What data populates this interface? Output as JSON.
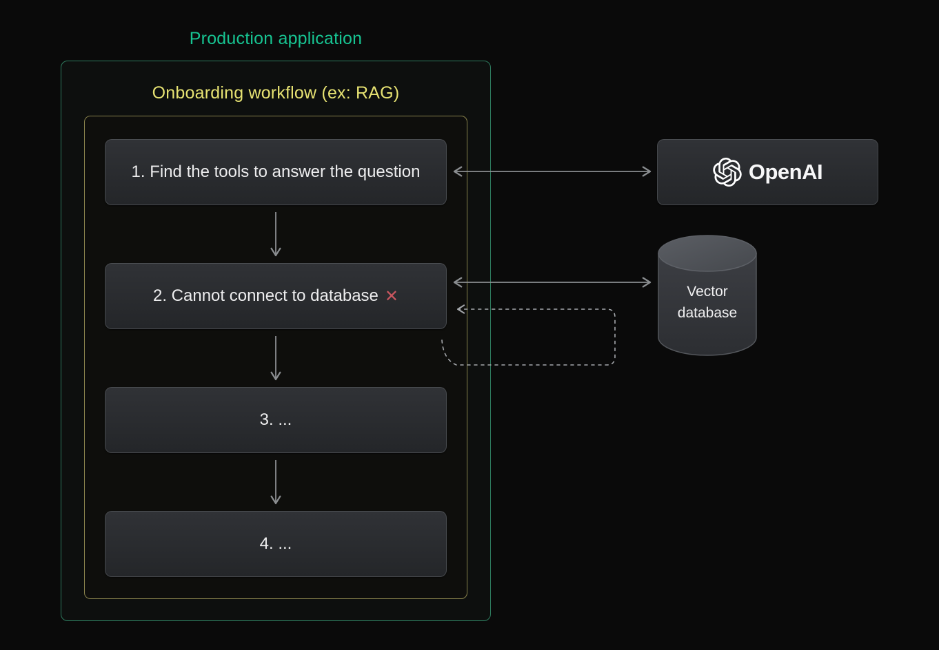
{
  "labels": {
    "production_application": "Production application",
    "onboarding_workflow": "Onboarding workflow (ex: RAG)"
  },
  "steps": [
    {
      "label": "1. Find the tools to answer the question"
    },
    {
      "label": "2. Cannot connect to database",
      "status_icon": "✕",
      "status": "error"
    },
    {
      "label": "3. ..."
    },
    {
      "label": "4. ..."
    }
  ],
  "services": {
    "openai": {
      "label": "OpenAI",
      "icon": "openai-logo-icon"
    },
    "vector_database": {
      "label": "Vector database",
      "icon": "database-cylinder-icon"
    }
  },
  "connections": [
    {
      "from": "step-1",
      "to": "step-2",
      "style": "solid-arrow-down"
    },
    {
      "from": "step-2",
      "to": "step-3",
      "style": "solid-arrow-down"
    },
    {
      "from": "step-3",
      "to": "step-4",
      "style": "solid-arrow-down"
    },
    {
      "from": "step-1",
      "to": "openai",
      "style": "solid-double-headed-arrow"
    },
    {
      "from": "step-2",
      "to": "vector-database",
      "style": "solid-double-headed-arrow"
    },
    {
      "from": "step-2-bottom",
      "to": "step-2-right",
      "style": "dashed-retry-loop-arrow"
    }
  ],
  "colors": {
    "green_accent": "#17c492",
    "green_border": "#2e7c5f",
    "yellow_accent": "#e6e272",
    "yellow_border": "#8a844d",
    "error_red": "#c9565f",
    "arrow_gray": "#8b8e91",
    "node_text": "#ededee",
    "bg": "#0a0a0a"
  }
}
